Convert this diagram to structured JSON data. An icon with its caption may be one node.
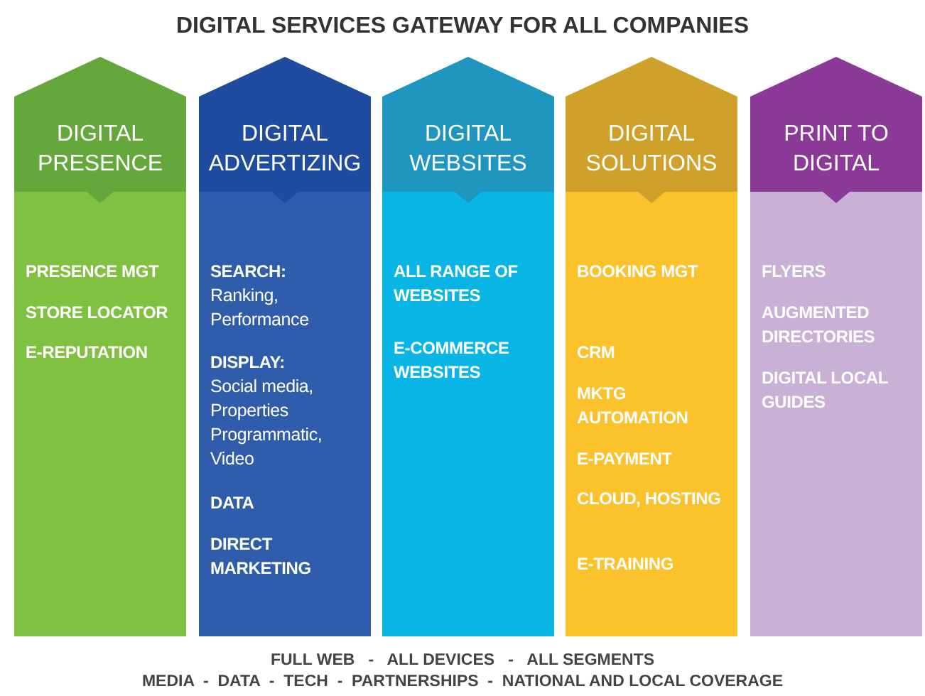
{
  "diagram": {
    "title": "DIGITAL SERVICES GATEWAY FOR ALL COMPANIES",
    "nodes": [
      {
        "text": [
          "DIGITAL PRESENCE",
          "PRESENCE MGT",
          "STORE LOCATOR",
          "E-REPUTATION"
        ]
      },
      {
        "text": [
          "DIGITAL ADVERTIZING",
          "SEARCH:",
          "Ranking, Performance",
          "DISPLAY:",
          "Social media, Properties Programmatic, Video",
          "DATA",
          "DIRECT MARKETING"
        ]
      },
      {
        "text": [
          "DIGITAL WEBSITES",
          "ALL RANGE OF WEBSITES",
          "E-COMMERCE WEBSITES"
        ]
      },
      {
        "text": [
          "DIGITAL SOLUTIONS",
          "BOOKING MGT",
          "CRM",
          "MKTG AUTOMATION",
          "E-PAYMENT",
          "CLOUD, HOSTING",
          "E-TRAINING"
        ]
      },
      {
        "text": [
          "PRINT TO DIGITAL",
          "FLYERS",
          "AUGMENTED DIRECTORIES",
          "DIGITAL LOCAL GUIDES"
        ]
      }
    ],
    "edges": [],
    "labels": [
      "FULL WEB   -   ALL DEVICES   -   ALL SEGMENTS",
      "MEDIA  -  DATA  -  TECH  -  PARTNERSHIPS  -  NATIONAL AND LOCAL COVERAGE"
    ]
  }
}
